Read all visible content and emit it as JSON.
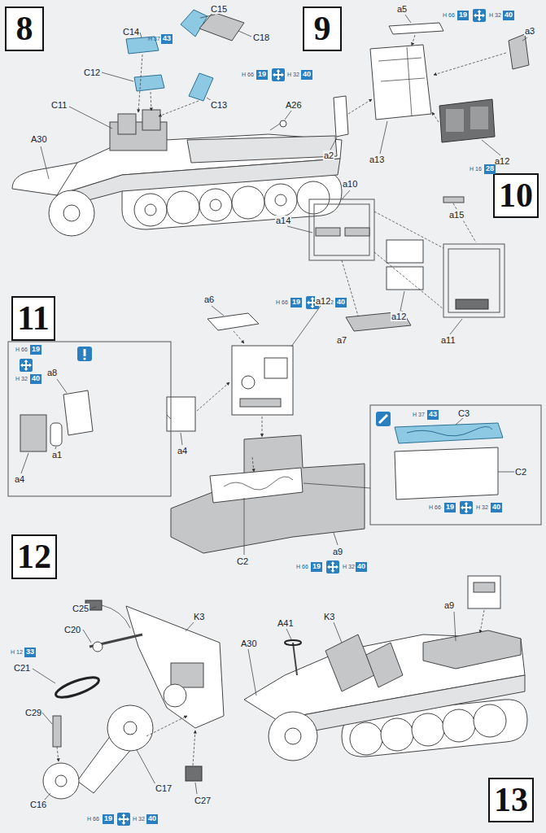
{
  "diagram": {
    "nodes": [
      {
        "text": [
          "8"
        ]
      },
      {
        "text": [
          "9"
        ]
      },
      {
        "text": [
          "10"
        ]
      },
      {
        "text": [
          "11"
        ]
      },
      {
        "text": [
          "12"
        ]
      },
      {
        "text": [
          "13"
        ]
      }
    ],
    "labels": [
      "C14",
      "H 37",
      "43",
      "C15",
      "C18",
      "C12",
      "H 66",
      "19",
      "H 32",
      "40",
      "C13",
      "C11",
      "A26",
      "A30",
      "a5",
      "H 66",
      "19",
      "H 32",
      "40",
      "a3",
      "a2",
      "a13",
      "a12",
      "H 16",
      "28",
      "a10",
      "a15",
      "a14",
      "H 66",
      "19",
      "H 32",
      "40",
      "a12",
      "a7",
      "a11",
      "H 66",
      "19",
      "H 32",
      "40",
      "a8",
      "a4",
      "a1",
      "a6",
      "a12",
      "a4",
      "H 37",
      "43",
      "C3",
      "C2",
      "H 66",
      "19",
      "H 32",
      "40",
      "C2",
      "a9",
      "H 66",
      "19",
      "H 32",
      "40",
      "C25",
      "C20",
      "K3",
      "H 12",
      "33",
      "C21",
      "C29",
      "C16",
      "C17",
      "C27",
      "H 66",
      "19",
      "H 32",
      "40",
      "K3",
      "a9",
      "A41",
      "A30"
    ]
  }
}
